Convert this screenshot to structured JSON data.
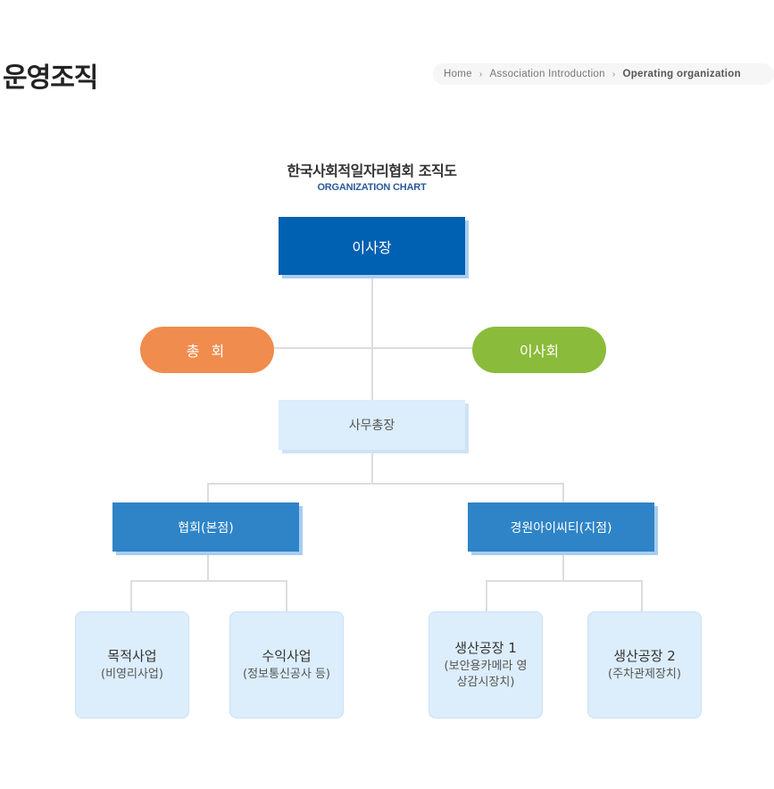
{
  "page": {
    "title": "운영조직"
  },
  "breadcrumb": {
    "home": "Home",
    "parent": "Association Introduction",
    "current": "Operating organization"
  },
  "chart": {
    "title": "한국사회적일자리협회 조직도",
    "subtitle": "ORGANIZATION CHART"
  },
  "org": {
    "ceo": "이사장",
    "general_assembly": "총 회",
    "board": "이사회",
    "secretary_general": "사무총장",
    "hq": "협회(본점)",
    "branch": "경원아이씨티(지점)",
    "units": [
      {
        "name": "목적사업",
        "detail": "(비영리사업)"
      },
      {
        "name": "수익사업",
        "detail": "(정보통신공사 등)"
      },
      {
        "name": "생산공장 1",
        "detail": "(보안용카메라 영상감시장치)"
      },
      {
        "name": "생산공장 2",
        "detail": "(주차관제장치)"
      }
    ]
  },
  "colors": {
    "ceo": "#0060b2",
    "general_assembly": "#f08c4e",
    "board": "#8bbb3a",
    "secretary": "#dcedfb",
    "branch": "#2e84c6",
    "leaf": "#dcedfb",
    "connector": "#dddddd"
  }
}
